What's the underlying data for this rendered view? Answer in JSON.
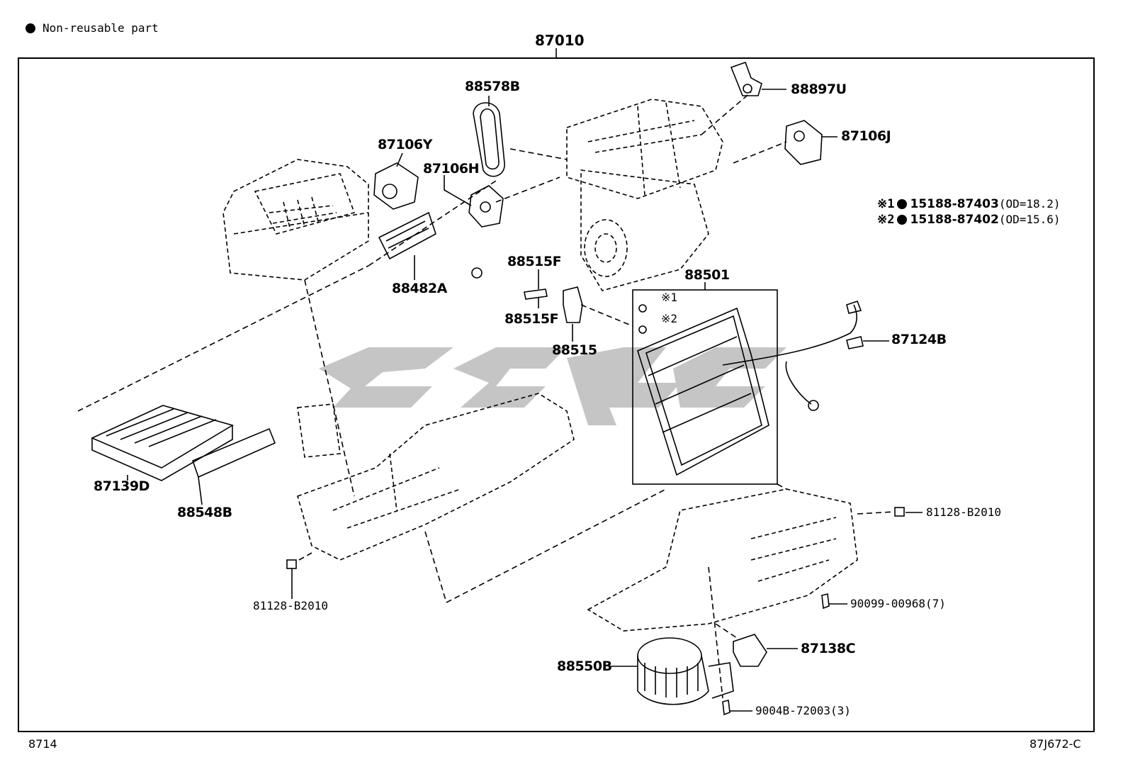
{
  "legend": {
    "text": "Non-reusable part"
  },
  "assembly": {
    "part_number": "87010"
  },
  "labels": {
    "p88578B": "88578B",
    "p88897U": "88897U",
    "p87106Y": "87106Y",
    "p87106H": "87106H",
    "p87106J": "87106J",
    "p88482A": "88482A",
    "p88515F_top": "88515F",
    "p88515F_bottom": "88515F",
    "p88515": "88515",
    "p88501": "88501",
    "p87124B": "87124B",
    "p87139D": "87139D",
    "p88548B": "88548B",
    "p81128B2010_left": "81128-B2010",
    "p81128B2010_right": "81128-B2010",
    "p90099": "90099-00968(7)",
    "p87138C": "87138C",
    "p88550B": "88550B",
    "p9004B": "9004B-72003(3)"
  },
  "notes": [
    {
      "symbol": "※1",
      "part": "15188-87403",
      "spec": "(OD=18.2)"
    },
    {
      "symbol": "※2",
      "part": "15188-87402",
      "spec": "(OD=15.6)"
    }
  ],
  "callouts": {
    "c1": "※1",
    "c2": "※2"
  },
  "footer": {
    "left": "8714",
    "right": "87J672-C"
  }
}
